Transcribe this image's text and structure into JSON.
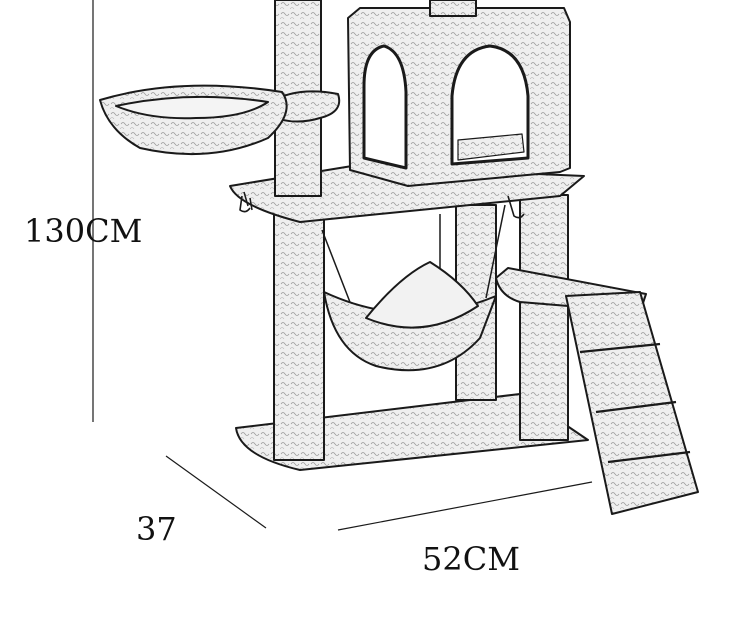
{
  "dimensions": {
    "height_label": "130CM",
    "depth_label": "37",
    "width_label": "52CM"
  },
  "colors": {
    "line": "#1a1a1a",
    "fill": "#ededed",
    "background": "#ffffff"
  }
}
